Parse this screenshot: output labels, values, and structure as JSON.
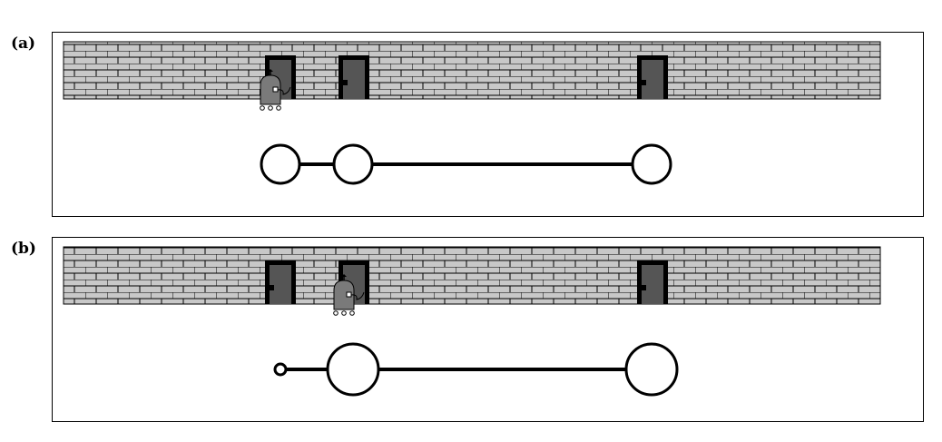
{
  "panels": [
    {
      "label": "(a)",
      "robot_at_door": 1,
      "nodes": [
        {
          "kind": "circle",
          "size": "medium"
        },
        {
          "kind": "circle",
          "size": "medium"
        },
        {
          "kind": "circle",
          "size": "medium"
        }
      ]
    },
    {
      "label": "(b)",
      "robot_at_door": 2,
      "nodes": [
        {
          "kind": "circle",
          "size": "small"
        },
        {
          "kind": "circle",
          "size": "large"
        },
        {
          "kind": "circle",
          "size": "large"
        }
      ]
    }
  ],
  "doors_per_wall": 3,
  "colors": {
    "brick_fill": "#c8c8c8",
    "mortar": "#000000",
    "door_frame": "#000000",
    "door_fill": "#555555",
    "robot_body": "#7a7a7a"
  }
}
